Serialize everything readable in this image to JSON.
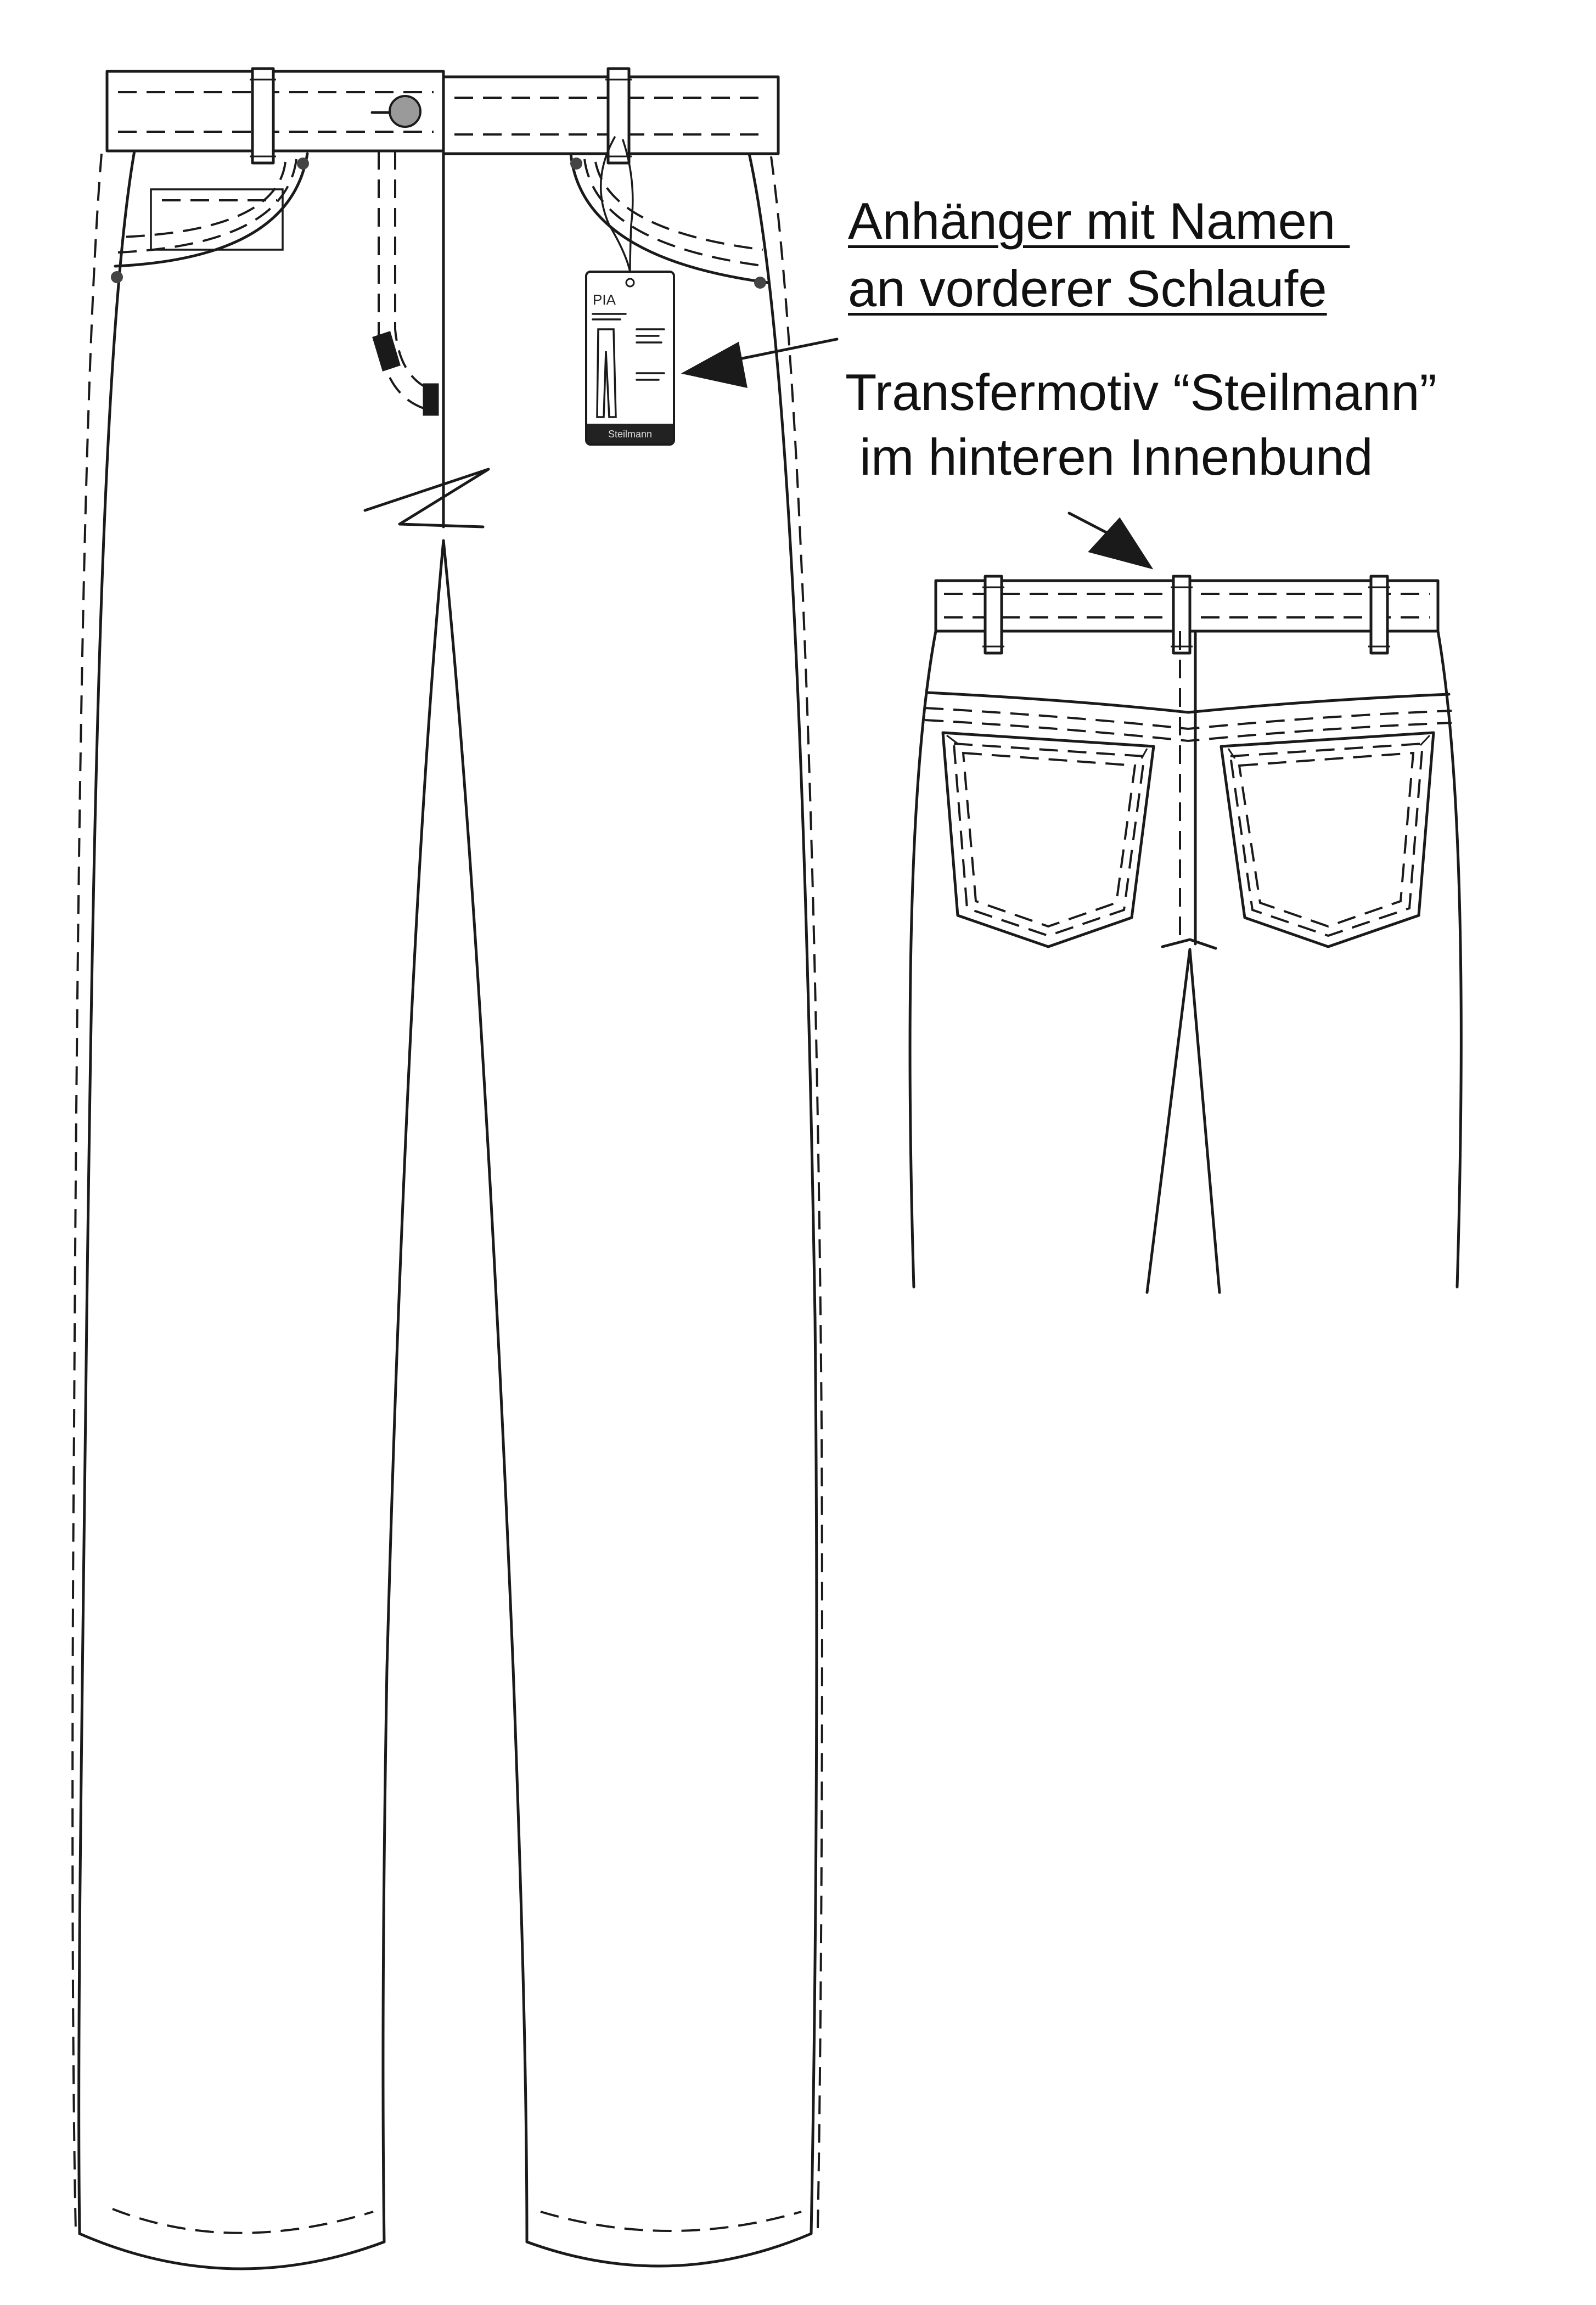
{
  "annotations": {
    "tag_line1": "Anhänger mit Namen ",
    "tag_line2": "an vorderer Schlaufe",
    "transfer_line1": "Transfermotiv “Steilmann”",
    "transfer_line2": " im hinteren Innenbund"
  },
  "hang_tag": {
    "style_name": "PIA",
    "brand": "Steilmann"
  },
  "colors": {
    "line": "#1a1a1a",
    "button": "#9a9a9a",
    "tag_band": "#222222",
    "background": "#ffffff"
  }
}
